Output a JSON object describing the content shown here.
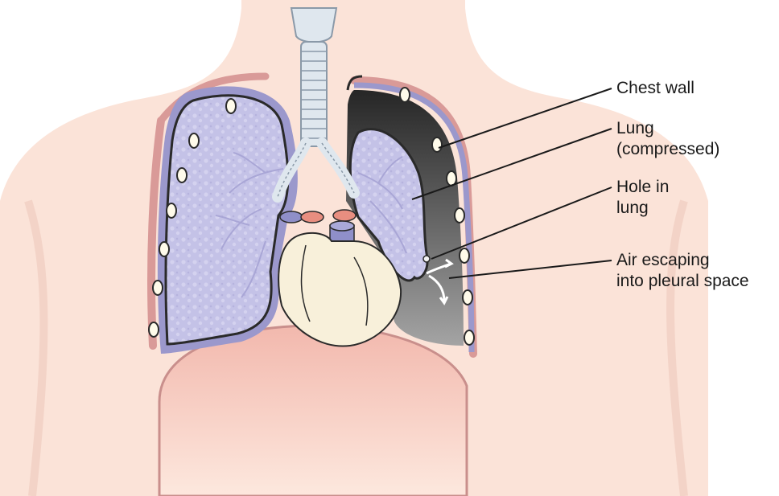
{
  "labels": {
    "chest_wall": "Chest wall",
    "lung_line1": "Lung",
    "lung_line2": "(compressed)",
    "hole_line1": "Hole in",
    "hole_line2": "lung",
    "air_line1": "Air escaping",
    "air_line2": "into pleural space"
  },
  "colors": {
    "skin": "#fbe3d8",
    "lung": "#c3c1e6",
    "pleura": "#9b98cc",
    "chest_wall": "#d99a98",
    "rib": "#fffbea",
    "heart": "#f8f0da",
    "pleural_air_dark": "#2b2b2b",
    "pleural_air_light": "#9a9a9a",
    "artery": "#e88e80",
    "vein": "#8f8fc9",
    "trachea": "#dfe7ee"
  },
  "icons": {
    "air_flow": "curved-arrow-icon"
  }
}
